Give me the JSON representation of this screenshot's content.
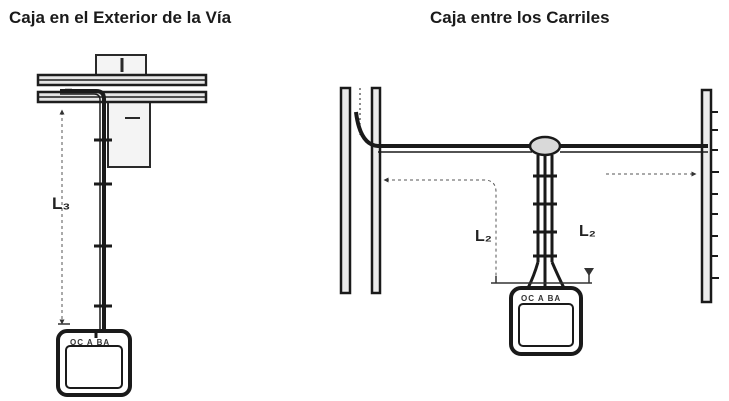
{
  "titles": {
    "left": "Caja en el Exterior de la Vía",
    "right": "Caja entre los Carriles"
  },
  "left_diagram": {
    "distance_label": "L₃",
    "box_label": "OC A BA"
  },
  "right_diagram": {
    "distance_label_left": "L₂",
    "distance_label_right": "L₂",
    "box_label": "OC A BA"
  }
}
